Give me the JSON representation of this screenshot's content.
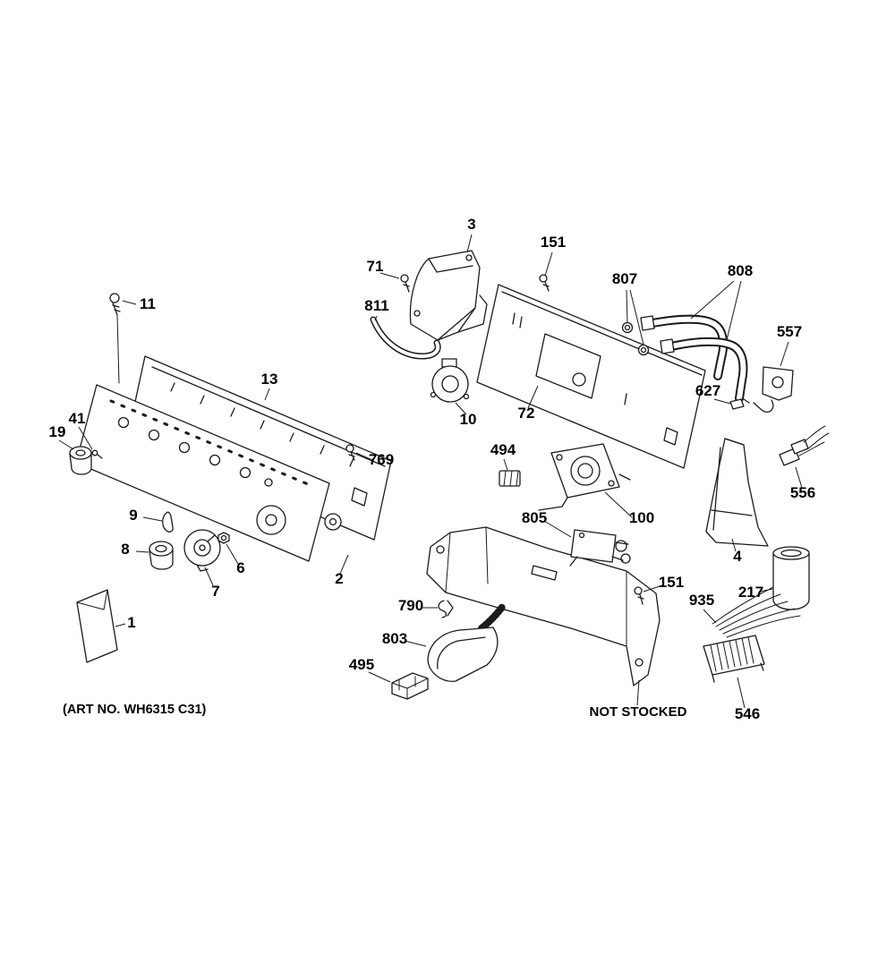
{
  "diagram": {
    "art_no": "(ART NO. WH6315 C31)",
    "not_stocked": "NOT STOCKED",
    "parts": {
      "p1": "1",
      "p2": "2",
      "p3": "3",
      "p4": "4",
      "p6": "6",
      "p7": "7",
      "p8": "8",
      "p9": "9",
      "p10": "10",
      "p11": "11",
      "p13": "13",
      "p19": "19",
      "p41": "41",
      "p71": "71",
      "p72": "72",
      "p100": "100",
      "p151a": "151",
      "p151b": "151",
      "p217": "217",
      "p494": "494",
      "p495": "495",
      "p546": "546",
      "p556": "556",
      "p557": "557",
      "p627": "627",
      "p769": "769",
      "p790": "790",
      "p803": "803",
      "p805": "805",
      "p807": "807",
      "p808": "808",
      "p811": "811",
      "p935": "935"
    }
  }
}
